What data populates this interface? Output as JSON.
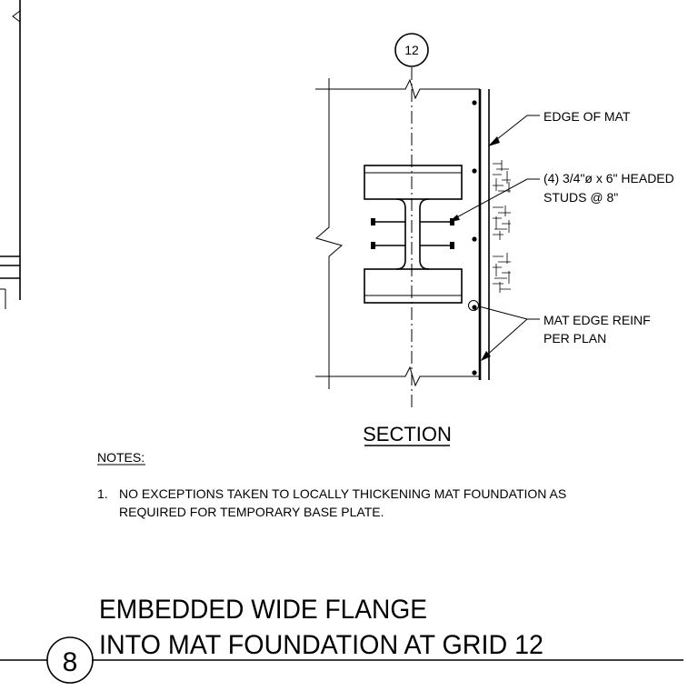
{
  "grid_bubble": "12",
  "callouts": {
    "edge_of_mat": "EDGE OF MAT",
    "studs_line1": "(4) 3/4\"ø x 6\" HEADED",
    "studs_line2": "STUDS @ 8\"",
    "reinf_line1": "MAT EDGE REINF",
    "reinf_line2": "PER PLAN"
  },
  "section_label": "SECTION",
  "notes": {
    "heading": "NOTES:",
    "items": [
      {
        "number": "1.",
        "line1": "NO EXCEPTIONS TAKEN TO LOCALLY THICKENING MAT FOUNDATION AS",
        "line2": "REQUIRED FOR TEMPORARY BASE PLATE."
      }
    ]
  },
  "detail": {
    "number": "8",
    "title_line1": "EMBEDDED WIDE FLANGE",
    "title_line2": "INTO MAT FOUNDATION AT GRID 12"
  }
}
